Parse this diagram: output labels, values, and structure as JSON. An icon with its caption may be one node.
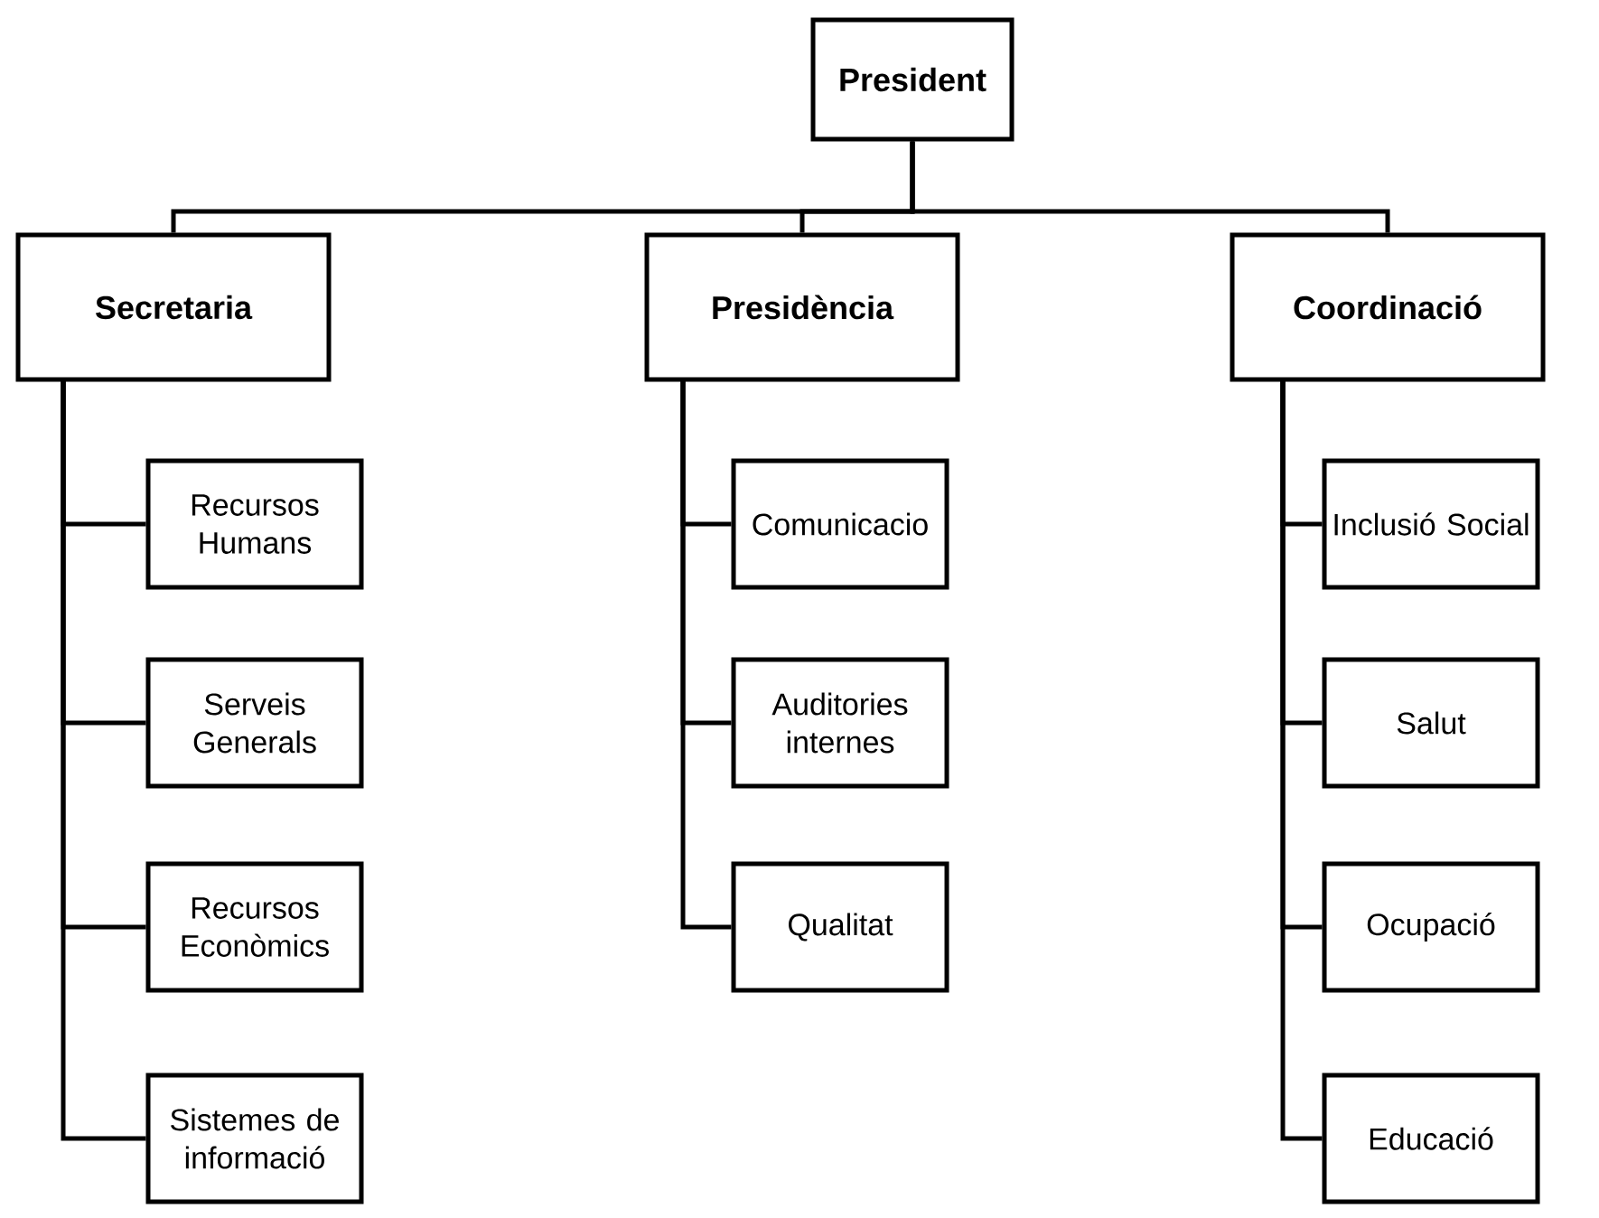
{
  "diagram": {
    "nodes": [
      {
        "text": [
          "President"
        ]
      },
      {
        "text": [
          "Secretaria"
        ]
      },
      {
        "text": [
          "Presidència"
        ]
      },
      {
        "text": [
          "Coordinació"
        ]
      },
      {
        "text": [
          "Recursos Humans"
        ]
      },
      {
        "text": [
          "Serveis Generals"
        ]
      },
      {
        "text": [
          "Recursos Econòmics"
        ]
      },
      {
        "text": [
          "Sistemes de informació"
        ]
      },
      {
        "text": [
          "Comunicacio"
        ]
      },
      {
        "text": [
          "Auditories internes"
        ]
      },
      {
        "text": [
          "Qualitat"
        ]
      },
      {
        "text": [
          "Inclusió Social"
        ]
      },
      {
        "text": [
          "Salut"
        ]
      },
      {
        "text": [
          "Ocupació"
        ]
      },
      {
        "text": [
          "Educació"
        ]
      }
    ],
    "edges": [
      {
        "from": 0,
        "to": 1,
        "arrow": "none"
      },
      {
        "from": 0,
        "to": 2,
        "arrow": "none"
      },
      {
        "from": 0,
        "to": 3,
        "arrow": "none"
      },
      {
        "from": 1,
        "to": 4,
        "arrow": "none"
      },
      {
        "from": 1,
        "to": 5,
        "arrow": "none"
      },
      {
        "from": 1,
        "to": 6,
        "arrow": "none"
      },
      {
        "from": 1,
        "to": 7,
        "arrow": "none"
      },
      {
        "from": 2,
        "to": 8,
        "arrow": "none"
      },
      {
        "from": 2,
        "to": 9,
        "arrow": "none"
      },
      {
        "from": 2,
        "to": 10,
        "arrow": "none"
      },
      {
        "from": 3,
        "to": 11,
        "arrow": "none"
      },
      {
        "from": 3,
        "to": 12,
        "arrow": "none"
      },
      {
        "from": 3,
        "to": 13,
        "arrow": "none"
      },
      {
        "from": 3,
        "to": 14,
        "arrow": "none"
      }
    ]
  }
}
